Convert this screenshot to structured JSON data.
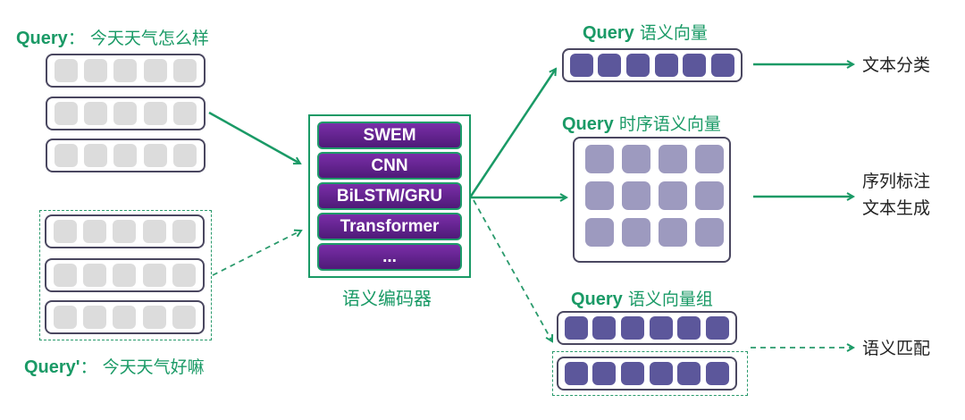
{
  "inputs": {
    "query": {
      "label_prefix": "Query",
      "label_sep": "：",
      "text": "今天天气怎么样",
      "rows": 3,
      "cells_per_row": 5
    },
    "query_prime": {
      "label_prefix": "Query'",
      "label_sep": "：",
      "text": "今天天气好嘛",
      "rows": 3,
      "cells_per_row": 5
    }
  },
  "encoder": {
    "caption": "语义编码器",
    "models": [
      "SWEM",
      "CNN",
      "BiLSTM/GRU",
      "Transformer",
      "..."
    ]
  },
  "outputs": {
    "semantic_vector": {
      "title_prefix": "Query",
      "title": "语义向量",
      "cells": 6,
      "task": "文本分类"
    },
    "sequence_vectors": {
      "title_prefix": "Query",
      "title": "时序语义向量",
      "rows": 3,
      "cols": 4,
      "task_lines": [
        "序列标注",
        "文本生成"
      ]
    },
    "vector_group": {
      "title_prefix": "Query",
      "title": "语义向量组",
      "rows": 2,
      "cells": 6,
      "task": "语义匹配"
    }
  },
  "colors": {
    "accent_green": "#1a9a66",
    "encoder_purple": "#6a2596",
    "vector_dark": "#5c579b",
    "vector_light": "#9d9abf",
    "input_cell_gray": "#dcdcdc"
  }
}
